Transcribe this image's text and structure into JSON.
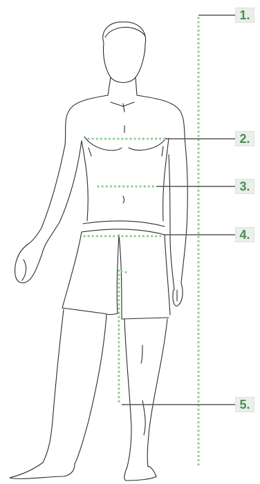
{
  "figure": "male-body-measurement-guide",
  "colors": {
    "figure_line": "#2a2a2a",
    "measure_dots": "#8ccf93",
    "leader_line": "#555555",
    "label_text": "#4d8a55",
    "label_bg": "#e9efe9"
  },
  "labels": [
    "1.",
    "2.",
    "3.",
    "4.",
    "5."
  ]
}
